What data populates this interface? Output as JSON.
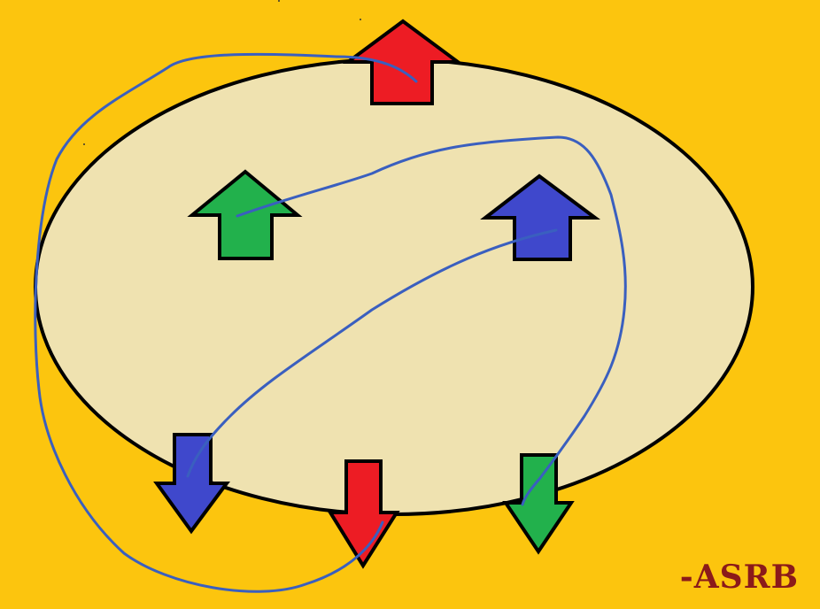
{
  "colors": {
    "background": "#FCC50E",
    "ellipse_fill": "#EFE2B0",
    "outline": "#000000",
    "red_arrow": "#ED1C24",
    "green_arrow": "#22B14C",
    "blue_arrow": "#3F48CC",
    "curve": "#3A5FBF",
    "signature": "#8B1A1A"
  },
  "signature": "-ASRB",
  "arrows": [
    {
      "name": "red-up-arrow-top",
      "direction": "up",
      "color": "red"
    },
    {
      "name": "green-up-arrow",
      "direction": "up",
      "color": "green"
    },
    {
      "name": "blue-up-arrow",
      "direction": "up",
      "color": "blue"
    },
    {
      "name": "blue-down-arrow",
      "direction": "down",
      "color": "blue"
    },
    {
      "name": "red-down-arrow",
      "direction": "down",
      "color": "red"
    },
    {
      "name": "green-down-arrow",
      "direction": "down",
      "color": "green"
    }
  ]
}
